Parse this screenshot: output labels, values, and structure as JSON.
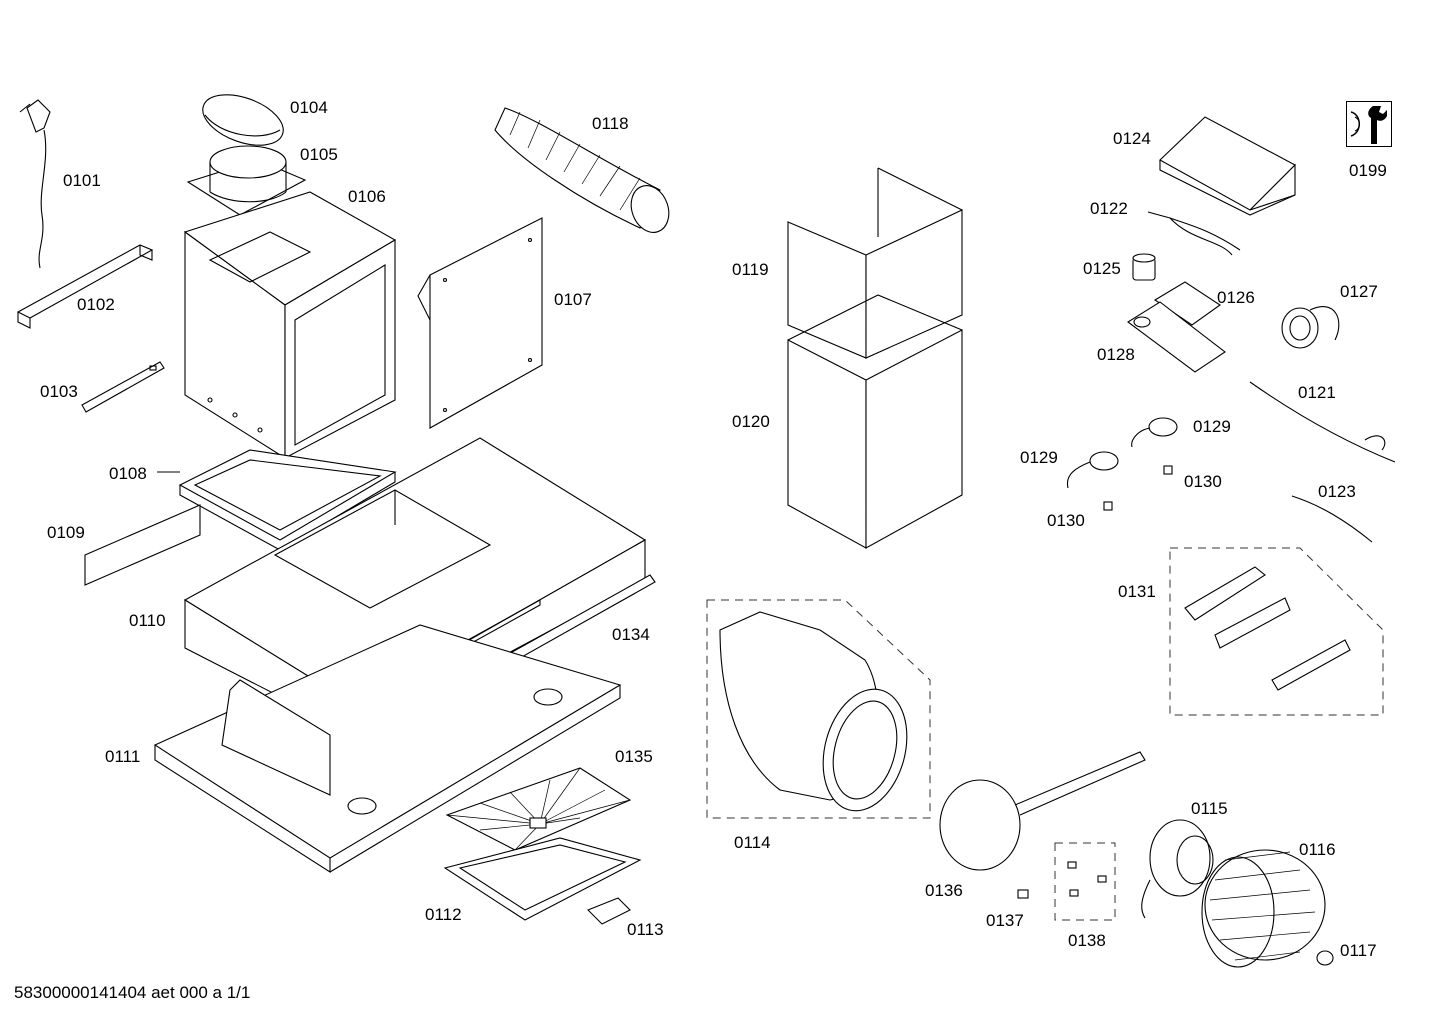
{
  "document_code": "58300000141404 aet 000 a 1/1",
  "parts": {
    "p0101": "0101",
    "p0102": "0102",
    "p0103": "0103",
    "p0104": "0104",
    "p0105": "0105",
    "p0106": "0106",
    "p0107": "0107",
    "p0108": "0108",
    "p0109": "0109",
    "p0110": "0110",
    "p0111": "0111",
    "p0112": "0112",
    "p0113": "0113",
    "p0114": "0114",
    "p0115": "0115",
    "p0116": "0116",
    "p0117": "0117",
    "p0118": "0118",
    "p0119": "0119",
    "p0120": "0120",
    "p0121": "0121",
    "p0122": "0122",
    "p0123": "0123",
    "p0124": "0124",
    "p0125": "0125",
    "p0126": "0126",
    "p0127": "0127",
    "p0128": "0128",
    "p0129a": "0129",
    "p0129b": "0129",
    "p0130a": "0130",
    "p0130b": "0130",
    "p0131": "0131",
    "p0134": "0134",
    "p0135": "0135",
    "p0136": "0136",
    "p0137": "0137",
    "p0138": "0138",
    "p0199": "0199"
  },
  "icons": {
    "service_icon": "wrench-icon"
  }
}
